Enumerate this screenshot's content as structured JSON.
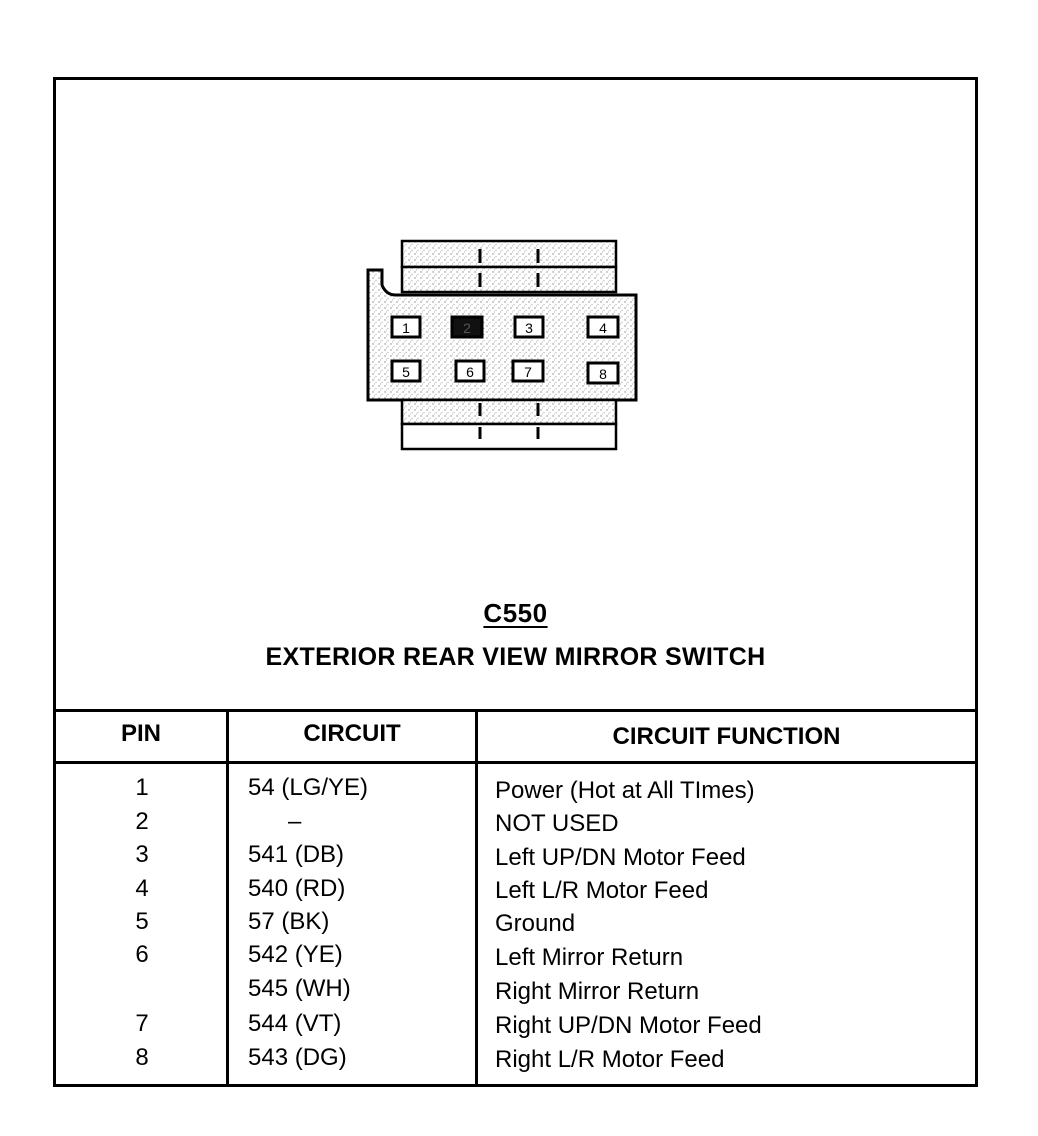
{
  "connector": {
    "id": "C550",
    "name": "EXTERIOR REAR VIEW MIRROR SWITCH",
    "pin_labels": [
      "1",
      "2",
      "3",
      "4",
      "5",
      "6",
      "7",
      "8"
    ],
    "highlighted_pin": "2"
  },
  "table": {
    "headers": {
      "pin": "PIN",
      "circuit": "CIRCUIT",
      "function": "CIRCUIT FUNCTION"
    },
    "rows": [
      {
        "pin": "1",
        "circuit": "54 (LG/YE)",
        "function": "Power (Hot at All TImes)"
      },
      {
        "pin": "2",
        "circuit": "–",
        "function": "NOT USED"
      },
      {
        "pin": "3",
        "circuit": "541 (DB)",
        "function": "Left UP/DN Motor Feed"
      },
      {
        "pin": "4",
        "circuit": "540 (RD)",
        "function": "Left L/R Motor Feed"
      },
      {
        "pin": "5",
        "circuit": "57 (BK)",
        "function": "Ground"
      },
      {
        "pin": "6",
        "circuit": "542 (YE)",
        "function": "Left Mirror Return"
      },
      {
        "pin": "",
        "circuit": "545 (WH)",
        "function": "Right Mirror Return"
      },
      {
        "pin": "7",
        "circuit": "544 (VT)",
        "function": "Right UP/DN Motor Feed"
      },
      {
        "pin": "8",
        "circuit": "543 (DG)",
        "function": "Right L/R Motor Feed"
      }
    ]
  }
}
